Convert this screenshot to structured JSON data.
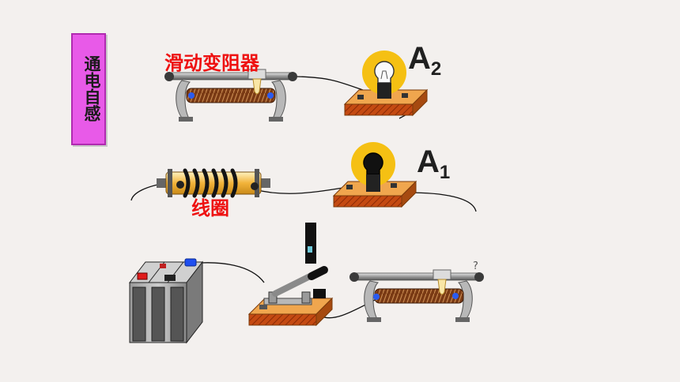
{
  "title": "通电自感",
  "labels": {
    "rheostat": "滑动变阻器",
    "coil": "线圈",
    "lamp_a2_letter": "A",
    "lamp_a2_sub": "2",
    "lamp_a1_letter": "A",
    "lamp_a1_sub": "1",
    "question": "?"
  },
  "colors": {
    "background": "#f3f0ee",
    "title_box": "#e85ae8",
    "label_red": "#ee1111",
    "bulb_glow": "#f5c013",
    "board": "#d9771a",
    "wire": "#111111"
  },
  "icons": {
    "rheostat": "sliding-rheostat-icon",
    "coil": "inductor-coil-icon",
    "lamp": "light-bulb-icon",
    "battery": "battery-icon",
    "switch": "knife-switch-icon"
  }
}
